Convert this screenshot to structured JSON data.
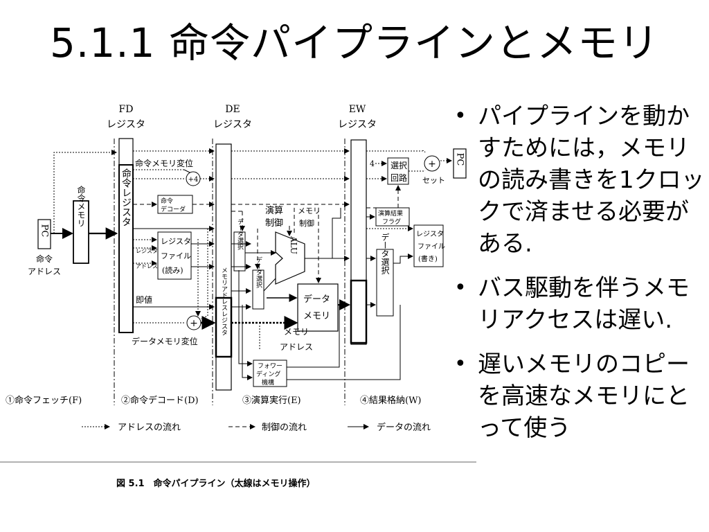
{
  "title": "5.1.1 命令パイプラインとメモリ",
  "bullets": [
    "パイプラインを動かすためには，メモリの読み書きを1クロックで済ませる必要がある.",
    "バス駆動を伴うメモリアクセスは遅い.",
    "遅いメモリのコピーを高速なメモリにとって使う"
  ],
  "figure": {
    "registers": {
      "fd": [
        "FD",
        "レジスタ"
      ],
      "de": [
        "DE",
        "レジスタ"
      ],
      "ew": [
        "EW",
        "レジスタ"
      ]
    },
    "blocks": {
      "pc": "PC",
      "pc_sub1": "命令",
      "pc_sub2": "アドレス",
      "imem": "命令メモリ",
      "ir": "命令レジスタ",
      "decoder": [
        "命令",
        "デコーダ"
      ],
      "regfile_read": [
        "レジスタ",
        "ファイル",
        "(読み)"
      ],
      "reg_addr": [
        "レジスタ",
        "アドレス"
      ],
      "op_ctrl": [
        "演算",
        "制御"
      ],
      "mem_ctrl": [
        "メモリ",
        "制御"
      ],
      "data_sel_a": "データ選択",
      "data_sel_b": "データ選択",
      "alu": "ALU",
      "dmem": [
        "データ",
        "メモリ"
      ],
      "mem_addr_reg": "メモリアドレスレジスタ",
      "mem_addr_label": [
        "メモリ",
        "アドレス"
      ],
      "forwarding": [
        "フォワー",
        "ディング",
        "機構"
      ],
      "select_circuit": [
        "選択",
        "回路"
      ],
      "op_flag": [
        "演算結果",
        "フラグ"
      ],
      "regfile_write": [
        "レジスタ",
        "ファイル",
        "(書き)"
      ],
      "data_sel_w": "データ選択",
      "pc_out": "PC",
      "set": "セット",
      "four": "4",
      "plus4": "+4",
      "imm": "即値",
      "inst_mem_disp": "命令メモリ変位",
      "data_mem_disp": "データメモリ変位"
    },
    "stages": [
      "①命令フェッチ(F)",
      "②命令デコード(D)",
      "③演算実行(E)",
      "④結果格納(W)"
    ],
    "legend": {
      "address": "アドレスの流れ",
      "control": "制御の流れ",
      "data": "データの流れ"
    },
    "caption": "図 5.1　命令パイプライン（太線はメモリ操作）"
  }
}
